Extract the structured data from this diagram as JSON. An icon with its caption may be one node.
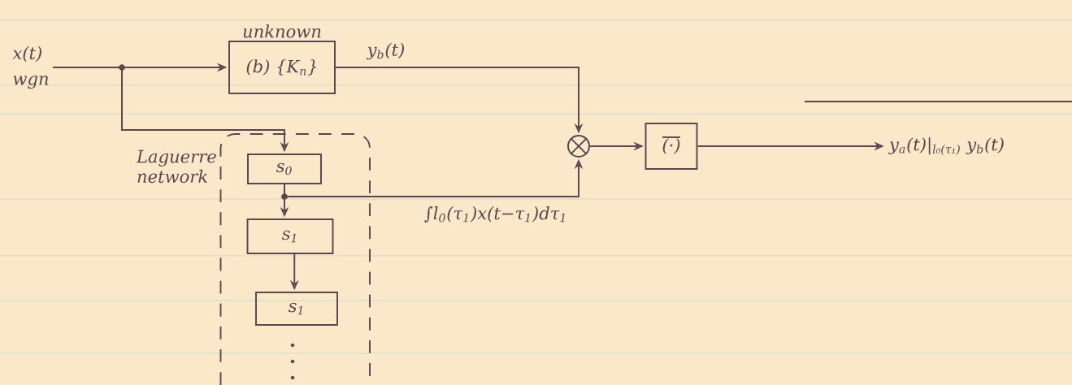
{
  "diagram": {
    "nodes": [
      {
        "text": [
          "x(t)",
          "wgn"
        ]
      },
      {
        "text": [
          "unknown",
          "(b) {K$_{n}$}"
        ]
      },
      {
        "text": [
          "Laguerre network"
        ]
      },
      {
        "text": [
          "s$_{0}$"
        ],
        "in": 2
      },
      {
        "text": [
          "s$_{1}$"
        ],
        "in": 2
      },
      {
        "text": [
          "s$_{1}$"
        ],
        "in": 2
      },
      {
        "text": [],
        "shape": "circle"
      },
      {
        "text": [
          "(·)"
        ]
      },
      {
        "text": [
          "y$_{a}$(t)|$_{l₀(τ₁)}$ y$_{b}$(t)"
        ]
      }
    ],
    "edges": [
      {
        "from": 0,
        "to": 1,
        "arrow": "to"
      },
      {
        "from": 0,
        "to": 3,
        "arrow": "to"
      },
      {
        "from": 1,
        "to": 6,
        "arrow": "to",
        "label": "y$_{b}$(t)"
      },
      {
        "from": 3,
        "to": 4,
        "arrow": "to"
      },
      {
        "from": 3,
        "to": 6,
        "arrow": "to",
        "label": "∫l$_{0}$(τ$_{1}$)x(t−τ$_{1}$)dτ$_{1}$"
      },
      {
        "from": 4,
        "to": 5,
        "arrow": "to"
      },
      {
        "from": 6,
        "to": 7,
        "arrow": "to"
      },
      {
        "from": 7,
        "to": 8,
        "arrow": "to"
      }
    ]
  }
}
